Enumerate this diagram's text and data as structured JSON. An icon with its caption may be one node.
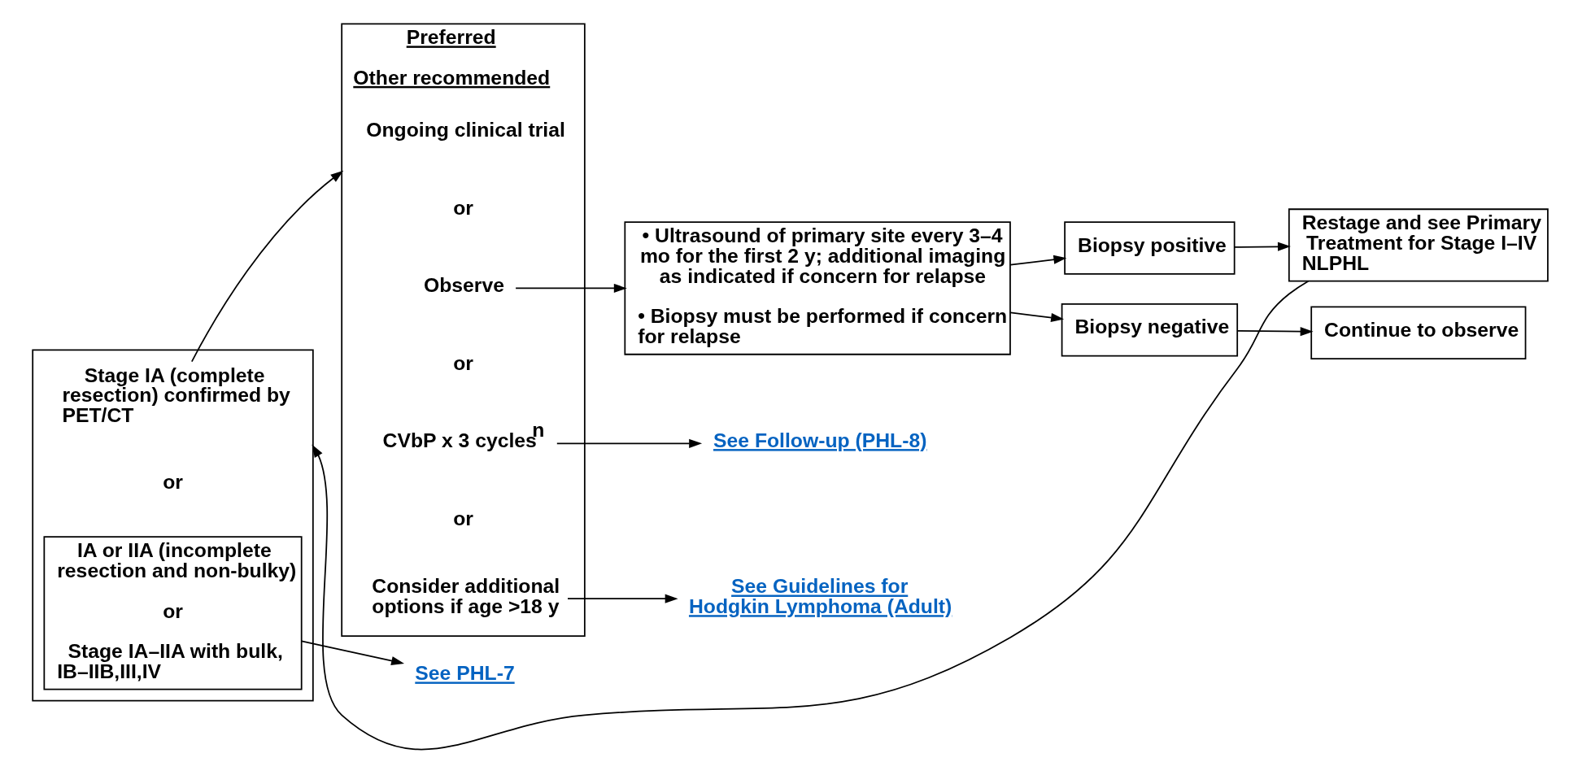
{
  "diagram": {
    "nodes": [
      {
        "text": [],
        "shape": "box"
      },
      {
        "text": [
          "Stage IA (complete resection) confirmed by PET/CT"
        ],
        "in": 0
      },
      {
        "text": [
          "or"
        ],
        "in": 0
      },
      {
        "text": [
          "IA or IIA (incomplete resection and non-bulky)",
          "or",
          "Stage IA–IIA with bulk, IB–IIB,III,IV"
        ],
        "in": 0
      },
      {
        "text": [
          "Preferred",
          "Other recommended"
        ]
      },
      {
        "text": [
          "Ongoing clinical trial"
        ],
        "in": 4
      },
      {
        "text": [
          "or"
        ],
        "in": 4
      },
      {
        "text": [
          "Observe"
        ],
        "in": 4
      },
      {
        "text": [
          "or"
        ],
        "in": 4
      },
      {
        "text": [
          "CVbP x 3 cycles$^{n}$"
        ],
        "in": 4
      },
      {
        "text": [
          "or"
        ],
        "in": 4
      },
      {
        "text": [
          "Consider additional options if age >18 y"
        ],
        "in": 4
      },
      {
        "text": [
          "• Ultrasound of primary site every 3–4 mo for the first 2 y; additional imaging as indicated if concern for relapse",
          "• Biopsy must be performed if concern for relapse"
        ]
      },
      {
        "text": [
          "Biopsy positive"
        ]
      },
      {
        "text": [
          "Biopsy negative"
        ]
      },
      {
        "text": [
          "Restage and see Primary Treatment for Stage I–IV NLPHL"
        ]
      },
      {
        "text": [
          "Continue to observe"
        ]
      },
      {
        "text": [
          "See Follow-up (PHL-8)"
        ]
      },
      {
        "text": [
          "See Guidelines for Hodgkin Lymphoma (Adult)"
        ]
      },
      {
        "text": [
          "See PHL-7"
        ]
      }
    ],
    "edges": [
      {
        "from": 1,
        "to": 4,
        "arrow": "to"
      },
      {
        "from": 7,
        "to": 12,
        "arrow": "to"
      },
      {
        "from": 12,
        "to": 13,
        "arrow": "to"
      },
      {
        "from": 12,
        "to": 14,
        "arrow": "to"
      },
      {
        "from": 13,
        "to": 15,
        "arrow": "to"
      },
      {
        "from": 14,
        "to": 16,
        "arrow": "to"
      },
      {
        "from": 9,
        "to": 17,
        "arrow": "to"
      },
      {
        "from": 11,
        "to": 18,
        "arrow": "to"
      },
      {
        "from": 3,
        "to": 19,
        "arrow": "to"
      },
      {
        "from": 15,
        "to": 0,
        "arrow": "to"
      }
    ]
  }
}
